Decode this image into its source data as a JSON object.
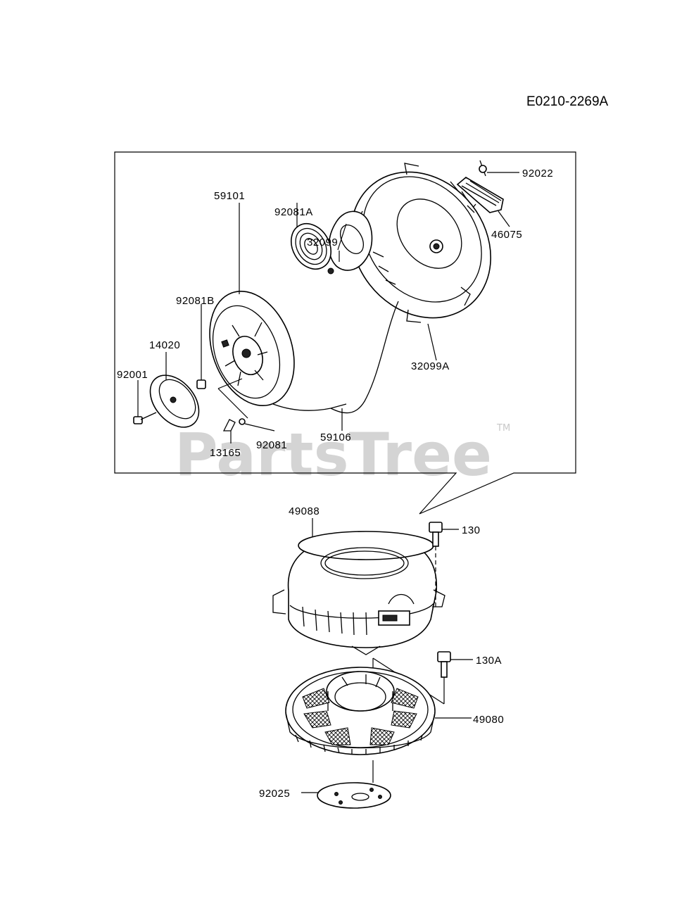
{
  "diagram": {
    "code": "E0210-2269A",
    "watermark": "PartsTree",
    "watermark_mark": "TM"
  },
  "parts": [
    {
      "id": "p92022",
      "number": "92022"
    },
    {
      "id": "p46075",
      "number": "46075"
    },
    {
      "id": "p32099",
      "number": "32099"
    },
    {
      "id": "p59101",
      "number": "59101"
    },
    {
      "id": "p92081A",
      "number": "92081A"
    },
    {
      "id": "p92081B",
      "number": "92081B"
    },
    {
      "id": "p14020",
      "number": "14020"
    },
    {
      "id": "p92001",
      "number": "92001"
    },
    {
      "id": "p32099A",
      "number": "32099A"
    },
    {
      "id": "p59106",
      "number": "59106"
    },
    {
      "id": "p92081",
      "number": "92081"
    },
    {
      "id": "p13165",
      "number": "13165"
    },
    {
      "id": "p49088",
      "number": "49088"
    },
    {
      "id": "p130",
      "number": "130"
    },
    {
      "id": "p130A",
      "number": "130A"
    },
    {
      "id": "p49080",
      "number": "49080"
    },
    {
      "id": "p92025",
      "number": "92025"
    }
  ]
}
